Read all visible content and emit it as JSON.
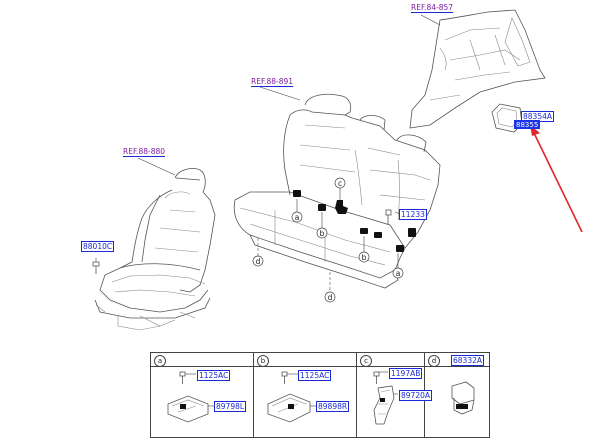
{
  "refs": {
    "ref_seat_front": "REF.88-880",
    "ref_seat_rear": "REF.88-891",
    "ref_trim": "REF.84-857"
  },
  "parts": {
    "p1": "88010C",
    "p2": "11233",
    "p3": "88354A",
    "p3b": "88355"
  },
  "callouts": {
    "a": "a",
    "b": "b",
    "c": "c",
    "d": "d"
  },
  "table": {
    "cells": [
      {
        "letter": "a",
        "top_part": "1125AC",
        "bottom_part": "89798L"
      },
      {
        "letter": "b",
        "top_part": "1125AC",
        "bottom_part": "89898R"
      },
      {
        "letter": "c",
        "top_part": "1197AB",
        "bottom_part": "89720A"
      },
      {
        "letter": "d",
        "top_part": "68332A"
      }
    ]
  },
  "arrow_color": "#e0262a",
  "label_color": "#1a2bd6",
  "highlight_color": "#1b34e6"
}
